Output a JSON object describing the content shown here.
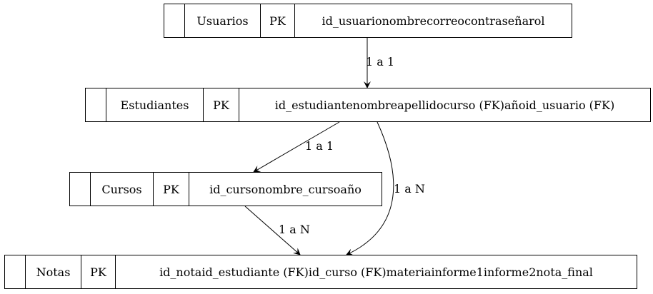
{
  "entities": {
    "usuarios": {
      "name": "Usuarios",
      "pk": "PK",
      "attributes": "id_usuarionombrecorreocontraseñarol"
    },
    "estudiantes": {
      "name": "Estudiantes",
      "pk": "PK",
      "attributes": "id_estudiantenombreapellidocurso (FK)añoid_usuario (FK)"
    },
    "cursos": {
      "name": "Cursos",
      "pk": "PK",
      "attributes": "id_cursonombre_cursoaño"
    },
    "notas": {
      "name": "Notas",
      "pk": "PK",
      "attributes": "id_notaid_estudiante (FK)id_curso (FK)materiainforme1informe2nota_final"
    }
  },
  "relationships": [
    {
      "from": "usuarios",
      "to": "estudiantes",
      "label": "1 a 1"
    },
    {
      "from": "estudiantes",
      "to": "cursos",
      "label": "1 a 1"
    },
    {
      "from": "estudiantes",
      "to": "notas",
      "label": "1 a N"
    },
    {
      "from": "cursos",
      "to": "notas",
      "label": "1 a N"
    }
  ],
  "colors": {
    "line": "#000000",
    "background": "#ffffff"
  }
}
